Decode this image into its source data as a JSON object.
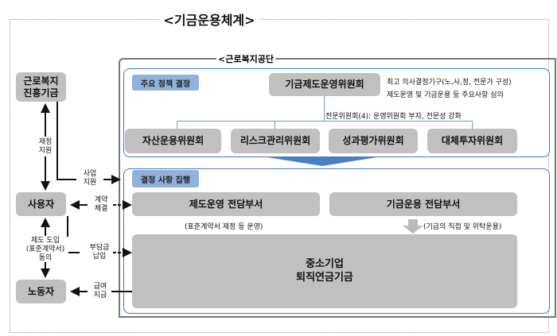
{
  "title": "<기금운용체계>",
  "org_label": "<근로복지공단>",
  "policy": {
    "tag": "주요 정책 결정",
    "committee": "기금제도운영위원회",
    "desc_lines": [
      "최고 의사결정기구(노,사,정, 전문가 구성)",
      "제도운영 및 기금운용 등 주요사항 심의"
    ],
    "sub_note": "전문위원회(4): 운영위원회 부자, 전문성 강화",
    "sub_committees": [
      "자산운용위원회",
      "리스크관리위원회",
      "성과평가위원회",
      "대체투자위원회"
    ]
  },
  "execution": {
    "tag": "결정 사항 집행",
    "dept1": "제도운영 전담부서",
    "dept2": "기금운용 전담부서",
    "dept1_note": "(표준계약서 제정 등 운영)",
    "dept2_note": "(기금의 직접 및 위탁운용)",
    "fund_lines": [
      "중소기업",
      "퇴직연금기금"
    ]
  },
  "actors": {
    "fund": [
      "근로복지",
      "진흥기금"
    ],
    "employer": "사용자",
    "worker": "노동자"
  },
  "flows": {
    "finance": [
      "재정",
      "지원"
    ],
    "business": [
      "사업",
      "지원"
    ],
    "contract": [
      "계약",
      "체결"
    ],
    "adoption": [
      "제도 도입",
      "(표준계약서)",
      "동의"
    ],
    "contribution": [
      "부담금",
      "납입"
    ],
    "benefit": [
      "급여",
      "지급"
    ]
  }
}
